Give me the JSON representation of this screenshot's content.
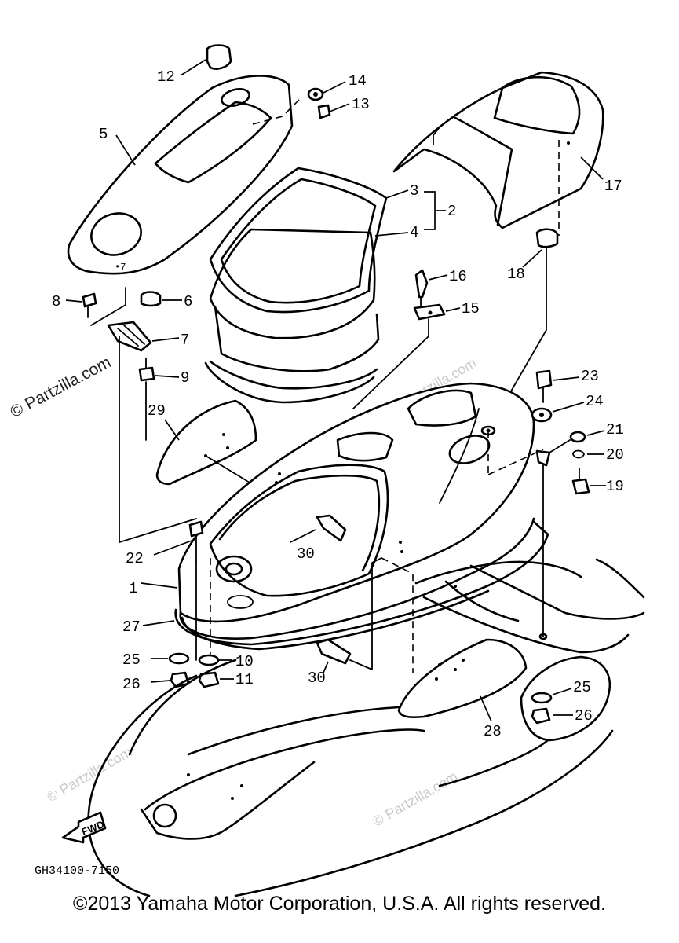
{
  "diagram": {
    "part_numbers": [
      "1",
      "2",
      "3",
      "4",
      "5",
      "6",
      "7",
      "8",
      "9",
      "10",
      "11",
      "12",
      "13",
      "14",
      "15",
      "16",
      "17",
      "18",
      "19",
      "20",
      "21",
      "22",
      "23",
      "24",
      "25",
      "26",
      "27",
      "28",
      "29",
      "30"
    ],
    "diagram_code": "GH34100-7150",
    "direction_label": "FWD"
  },
  "watermarks": {
    "side": "© Partzilla.com",
    "faint": "© Partzilla.com"
  },
  "footer": {
    "copyright": "©2013  Yamaha Motor Corporation, U.S.A. All rights reserved."
  }
}
